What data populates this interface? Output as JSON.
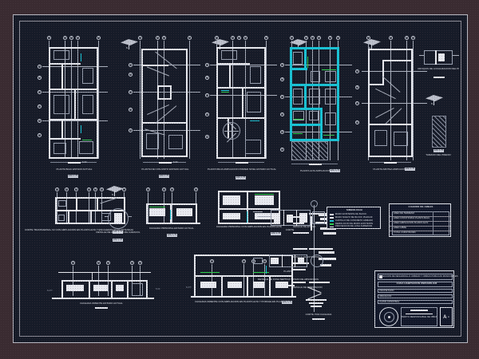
{
  "sheet": {
    "background_color": "#161b28",
    "margin_color": "#3a2b31",
    "ink_color": "#e6e8ee",
    "accent_color": "#19c4d6",
    "highlight_color": "#2ecf4b"
  },
  "plans": [
    {
      "id": "plan-1",
      "caption": "PLANTA BAJA ESTADO ACTUAL",
      "scale": "ESC 1:75",
      "selected": false
    },
    {
      "id": "plan-2",
      "caption": "PLANTA DE CONJUNTO ESTADO ACTUAL",
      "scale": "ESC 1:75",
      "selected": false
    },
    {
      "id": "plan-3",
      "caption": "PLANTA BAJA AMPLIACION PRIMER NIVEL ESTADO ACTUAL",
      "scale": "ESC 1:75",
      "selected": false
    },
    {
      "id": "plan-4",
      "caption": "PLANTA ALTA AMPLIACION",
      "scale": "ESC 1:75",
      "selected": true
    },
    {
      "id": "plan-5",
      "caption": "PLANTA AZOTEA AMPLIACION",
      "scale": "ESC 1:75",
      "selected": false
    }
  ],
  "side_notes": [
    {
      "id": "croquis",
      "label": "CROQUIS DE LOCALIZACION DEL PREDIO"
    },
    {
      "id": "tamano",
      "label": "TAMANO DEL PREDIO",
      "scale": "ESC 1:75"
    }
  ],
  "sections": [
    {
      "id": "sec-1",
      "caption": "CORTE TRANSVERSAL X2 CON AMPLIACION EN PLANTA ALTA Y ESCALERAS EN PLANTA BAJA",
      "scale": "ESC 1:75"
    },
    {
      "id": "sec-2",
      "caption": "DETALLE DE ESCALERA DE CARACOL",
      "scale": "ESC 1:25"
    },
    {
      "id": "sec-3",
      "caption": "FACHADA PRINCIPAL ESTADO ACTUAL",
      "scale": "ESC 1:75"
    },
    {
      "id": "sec-4",
      "caption": "FACHADA PRINCIPAL CON AMPLIACION EN PLANTA ALTA",
      "scale": "ESC 1:75"
    },
    {
      "id": "sec-5",
      "caption": "FACHADA ORIENTE ESTADO ACTUAL",
      "scale": "ESC 1:75"
    },
    {
      "id": "sec-6",
      "caption": "FACHADA ORIENTE CON AMPLIACION EN PLANTA ALTA Y PORCHE EN PLANTA BAJA",
      "scale": "ESC 1:75"
    }
  ],
  "details": [
    {
      "id": "det-azotea",
      "label": "DETALLE DE AZOTEA"
    },
    {
      "id": "det-entrepiso",
      "label": "DETALLE DE ENTREPISO"
    },
    {
      "id": "det-cimentacion",
      "label": "DETALLE DE CIMENTACION"
    },
    {
      "id": "det-corte-fachada",
      "label": "CORTE POR FACHADA",
      "scale": "ESC 1:25"
    },
    {
      "id": "det-fosa-corte",
      "label": "CORTE"
    },
    {
      "id": "det-fosa-planta",
      "label": "PLANTA"
    },
    {
      "id": "det-fosa",
      "label": "DETALLE DE FOSA SEPTICA Y POZO DE ABSORCION"
    }
  ],
  "legend": {
    "title": "SIMBOLOGIA",
    "items": [
      "MURO EXISTENTE DE BLOCK",
      "MURO NUEVO DE BLOCK 15x20x40",
      "CASTILLO DE CONCRETO ARMADO",
      "DEMOLICION DE MURO EXISTENTE",
      "PROYECCION DE LOSA SUPERIOR"
    ]
  },
  "areas_table": {
    "title": "CUADRO DE AREAS",
    "columns": [
      "CONCEPTO",
      "SUPERFICIE m2"
    ],
    "rows": [
      [
        "AREA DE TERRENO",
        ""
      ],
      [
        "AREA CONSTRUIDA PLANTA BAJA",
        ""
      ],
      [
        "AREA AMPLIACION PLANTA ALTA",
        ""
      ],
      [
        "AREA LIBRE",
        ""
      ],
      [
        "TOTAL CONSTRUIDO",
        ""
      ]
    ]
  },
  "title_block": {
    "header": "DIRECCION DE DESARROLLO URBANO Y OBRAS PUBLICAS MUNICIPALES",
    "project_label": "CASA HABITACION UNIFAMILIAR",
    "fields": [
      "PROPIETARIO",
      "UBICACION",
      "CLAVE CATASTRAL"
    ],
    "designer": "PERITO RESPONSABLE DE OBRA",
    "sheet_label": "A - 01"
  }
}
